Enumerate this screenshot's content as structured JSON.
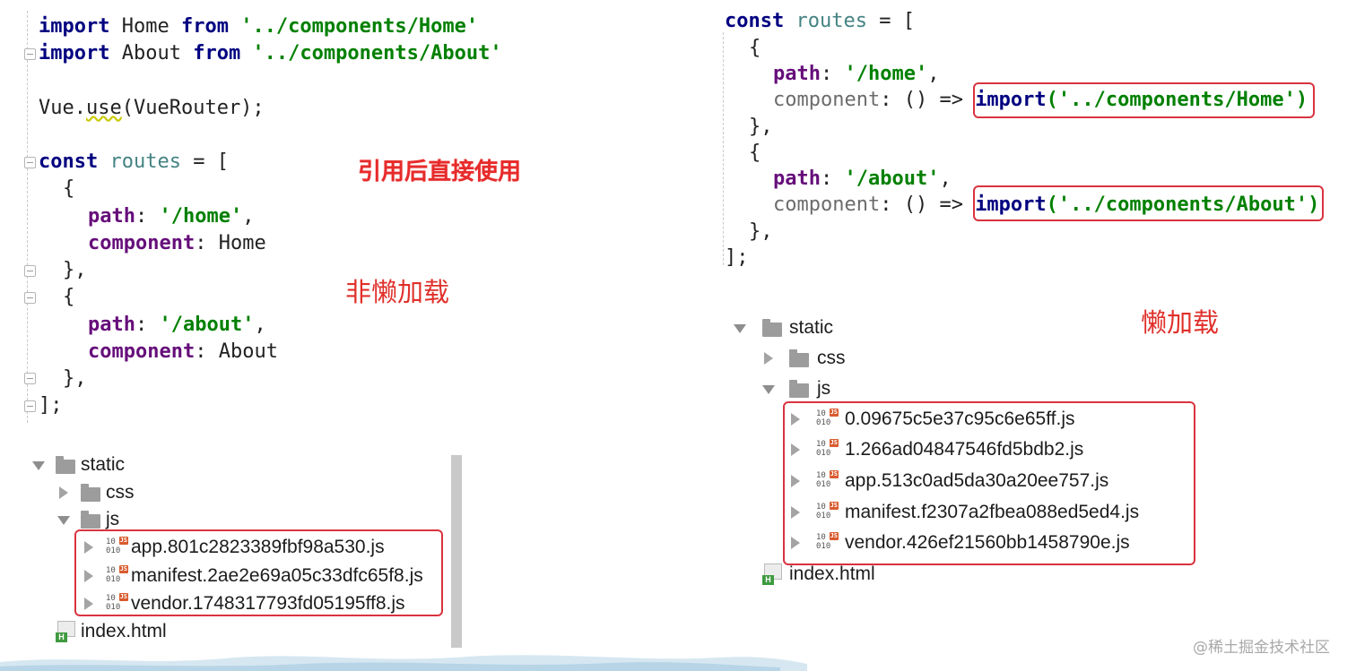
{
  "left_code": {
    "line1": {
      "kw1": "import",
      "name": " Home ",
      "kw2": "from",
      "str": " '../components/Home'"
    },
    "line2": {
      "kw1": "import",
      "name": " About ",
      "kw2": "from",
      "str": " '../components/About'"
    },
    "line3": {
      "obj": "Vue.",
      "method": "use",
      "rest": "(VueRouter);"
    },
    "line4": {
      "kw": "const",
      "var": " routes",
      "rest": " = ["
    },
    "open1": "{",
    "path1": {
      "key": "path",
      "sep": ": ",
      "val": "'/home'",
      "tail": ","
    },
    "comp1": {
      "key": "component",
      "sep": ": ",
      "val": "Home"
    },
    "close1": "},",
    "open2": "{",
    "path2": {
      "key": "path",
      "sep": ": ",
      "val": "'/about'",
      "tail": ","
    },
    "comp2": {
      "key": "component",
      "sep": ": ",
      "val": "About"
    },
    "close2": "},",
    "end": "];"
  },
  "right_code": {
    "line1": {
      "kw": "const",
      "var": " routes",
      "rest": " = ["
    },
    "open1": "{",
    "path1": {
      "key": "path",
      "sep": ": ",
      "val": "'/home'",
      "tail": ","
    },
    "comp1": {
      "key": "component",
      "mid": ": () => ",
      "fn": "import",
      "arg": "('../components/Home')"
    },
    "close1": "},",
    "open2": "{",
    "path2": {
      "key": "path",
      "sep": ": ",
      "val": "'/about'",
      "tail": ","
    },
    "comp2": {
      "key": "component",
      "mid": ": () => ",
      "fn": "import",
      "arg": "('../components/About')"
    },
    "close2": "},",
    "end": "];"
  },
  "annotations": {
    "direct_use": "引用后直接使用",
    "non_lazy": "非懒加载",
    "lazy": "懒加载"
  },
  "left_tree": {
    "root": "static",
    "css": "css",
    "js": "js",
    "files": [
      "app.801c2823389fbf98a530.js",
      "manifest.2ae2e69a05c33dfc65f8.js",
      "vendor.1748317793fd05195ff8.js"
    ],
    "index": "index.html"
  },
  "right_tree": {
    "root": "static",
    "css": "css",
    "js": "js",
    "files": [
      "0.09675c5e37c95c6e65ff.js",
      "1.266ad04847546fd5bdb2.js",
      "app.513c0ad5da30a20ee757.js",
      "manifest.f2307a2fbea088ed5ed4.js",
      "vendor.426ef21560bb1458790e.js"
    ],
    "index": "index.html"
  },
  "icons": {
    "js_badge": "JS",
    "js_bits": "10\n010",
    "html_badge": "H"
  },
  "watermark": "@稀土掘金技术社区",
  "colors": {
    "highlight": "#d9333f",
    "annotation": "#e0302b"
  }
}
